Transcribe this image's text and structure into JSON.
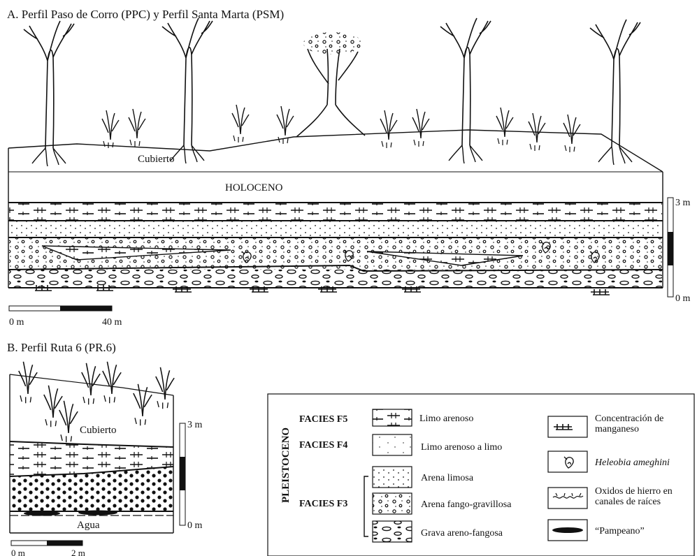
{
  "panel_a": {
    "title": "A. Perfil Paso de Corro (PPC) y Perfil Santa Marta (PSM)",
    "cover_label": "Cubierto",
    "holocene_label": "HOLOCENO",
    "vertical_scale": {
      "top": "3 m",
      "bottom": "0 m"
    },
    "horizontal_scale": {
      "start": "0 m",
      "end": "40 m"
    }
  },
  "panel_b": {
    "title": "B. Perfil Ruta 6 (PR.6)",
    "cover_label": "Cubierto",
    "water_label": "Agua",
    "vertical_scale": {
      "top": "3 m",
      "bottom": "0 m"
    },
    "horizontal_scale": {
      "start": "0 m",
      "end": "2 m"
    }
  },
  "legend": {
    "epoch_label": "PLEISTOCENO",
    "facies": [
      {
        "name": "FACIES F5",
        "items": [
          "Limo arenoso"
        ]
      },
      {
        "name": "FACIES F4",
        "items": [
          "Limo arenoso a limo"
        ]
      },
      {
        "name": "FACIES F3",
        "items": [
          "Arena limosa",
          "Arena fango-gravillosa",
          "Grava areno-fangosa"
        ]
      }
    ],
    "other_items": [
      "Concentración de manganeso",
      "Heleobia ameghini",
      "Oxidos de hierro en canales de raíces",
      "“Pampeano”"
    ]
  },
  "colors": {
    "ink": "#111111",
    "background": "#ffffff"
  },
  "icons": [
    "tree-icon",
    "shrub-icon",
    "snail-icon",
    "root-oxide-icon",
    "manganese-icon",
    "lens-icon"
  ]
}
